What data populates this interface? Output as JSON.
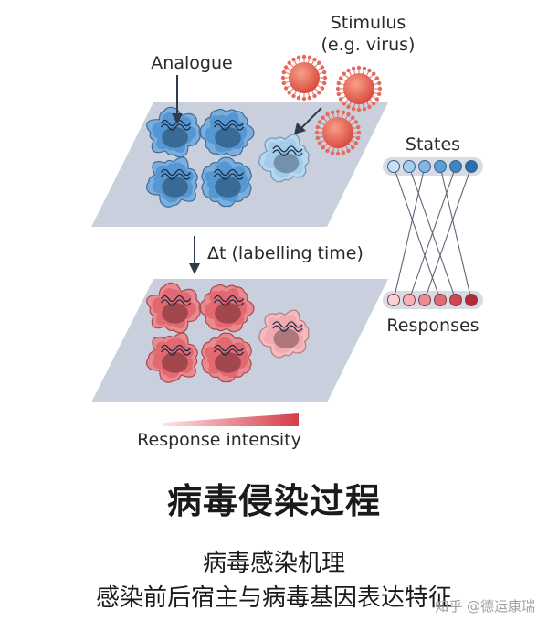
{
  "labels": {
    "analogue": "Analogue",
    "stimulus_line1": "Stimulus",
    "stimulus_line2": "(e.g. virus)",
    "delta_t": "Δt (labelling time)",
    "states": "States",
    "responses": "Responses",
    "response_intensity": "Response intensity"
  },
  "caption": {
    "title": "病毒侵染过程",
    "line1": "病毒感染机理",
    "line2": "感染前后宿主与病毒基因表达特征"
  },
  "watermark": "知乎 @德运康瑞",
  "colors": {
    "plate": "#c9cfdc",
    "cell_blue": "#4f93d0",
    "cell_blue_light": "#9dcbea",
    "cell_red": "#e0636b",
    "cell_red_light": "#f1a6ab",
    "virus": "#e25a4d",
    "state_dark": "#2a6fb0",
    "state_light": "#b8d8ef",
    "response_dark": "#b52a36",
    "response_light": "#f3c3c6"
  }
}
